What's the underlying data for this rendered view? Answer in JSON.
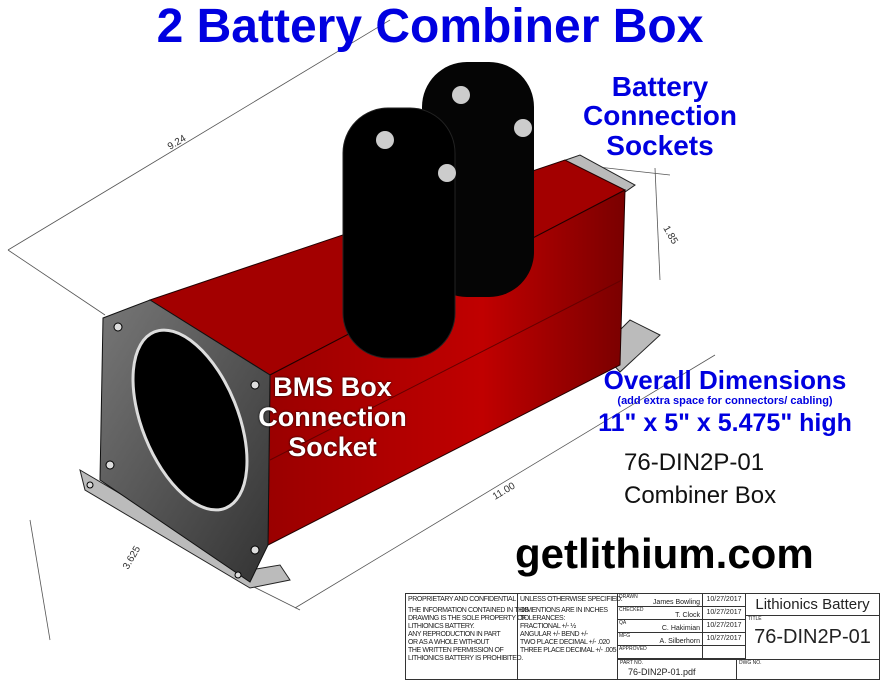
{
  "title": "2 Battery Combiner Box",
  "labels": {
    "battery_sockets": [
      "Battery",
      "Connection",
      "Sockets"
    ],
    "bms_socket": [
      "BMS Box",
      "Connection",
      "Socket"
    ],
    "overall": "Overall Dimensions",
    "overall_note": "(add extra space for connectors/ cabling)",
    "overall_size": "11\" x 5\" x 5.475\" high",
    "part": "76-DIN2P-01",
    "part_desc": "Combiner Box",
    "website": "getlithium.com"
  },
  "dimensions": {
    "d1": "9.24",
    "d2": "1.85",
    "d3": "11.00",
    "d4": "3.625"
  },
  "colors": {
    "accent": "#0000e0",
    "box": "#b00000"
  },
  "title_block": {
    "proprietary": [
      "PROPRIETARY AND CONFIDENTIAL",
      "THE INFORMATION CONTAINED IN THIS",
      "DRAWING IS THE SOLE PROPERTY OF",
      "LITHIONICS BATTERY.",
      "ANY REPRODUCTION IN PART",
      "OR AS A WHOLE WITHOUT",
      "THE WRITTEN PERMISSION OF",
      "LITHIONICS BATTERY IS PROHIBITED."
    ],
    "tolerances": [
      "UNLESS OTHERWISE SPECIFIED:",
      "DIMENTIONS ARE IN INCHES",
      "TOLERANCES:",
      "FRACTIONAL +/- ½",
      "ANGULAR +/- BEND +/-",
      "TWO PLACE DECIMAL +/- .020",
      "THREE PLACE DECIMAL +/- .005"
    ],
    "rows": [
      {
        "role": "DRAWN",
        "name": "James Bowling",
        "date": "10/27/2017"
      },
      {
        "role": "CHECKED",
        "name": "T. Clock",
        "date": "10/27/2017"
      },
      {
        "role": "QA",
        "name": "C. Hakimian",
        "date": "10/27/2017"
      },
      {
        "role": "MFG",
        "name": "A. Silberhorn",
        "date": "10/27/2017"
      },
      {
        "role": "APPROVED",
        "name": "",
        "date": ""
      }
    ],
    "company": "Lithionics Battery",
    "title_label": "TITLE",
    "drawing_title": "76-DIN2P-01",
    "part_no_label": "PART NO.",
    "part_no": "76-DIN2P-01.pdf",
    "dwg_no_label": "DWG NO."
  }
}
